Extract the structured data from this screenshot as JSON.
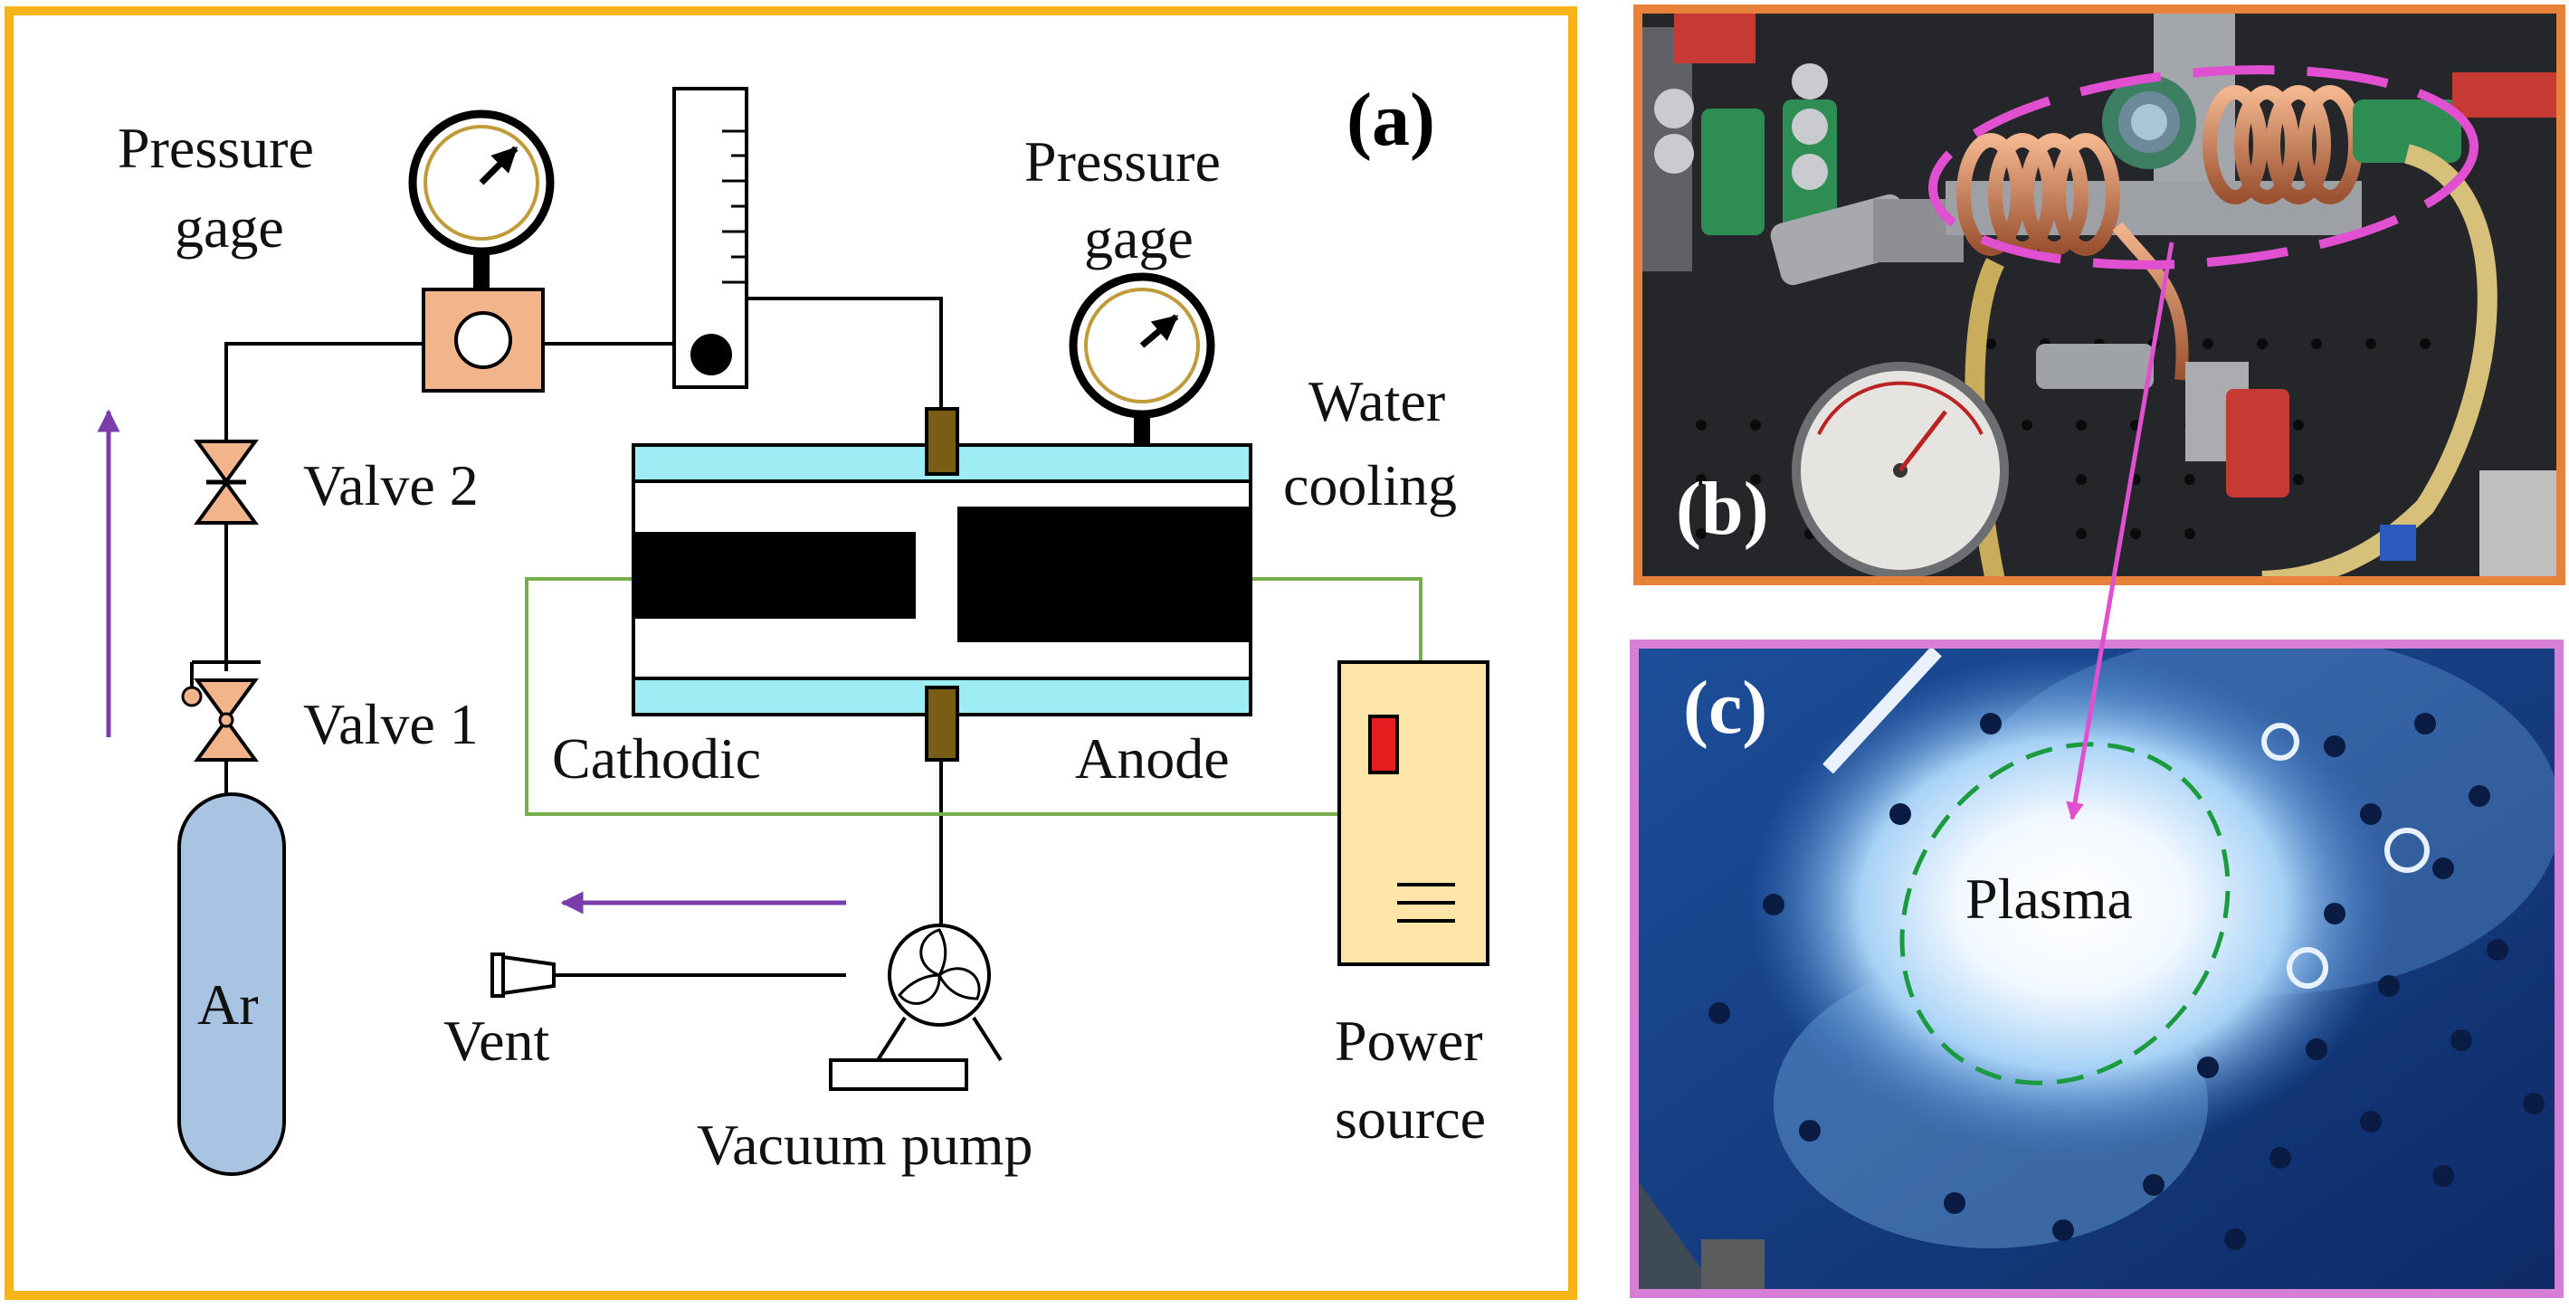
{
  "panel_a": {
    "tag": "(a)",
    "pressure_gage_left": [
      "Pressure",
      "gage"
    ],
    "pressure_gage_right": [
      "Pressure",
      "gage"
    ],
    "valve2": "Valve 2",
    "valve1": "Valve 1",
    "gas": "Ar",
    "water_cooling": [
      "Water",
      "cooling"
    ],
    "cathodic": "Cathodic",
    "anode": "Anode",
    "vent": "Vent",
    "vacuum_pump": "Vacuum pump",
    "power_source": [
      "Power",
      "source"
    ]
  },
  "panel_b": {
    "tag": "(b)"
  },
  "panel_c": {
    "tag": "(c)",
    "plasma": "Plasma"
  },
  "colors": {
    "panel_a_border": "#F5B418",
    "panel_b_border": "#E8823A",
    "panel_c_border": "#D77FD6",
    "cooling_jacket": "#9EEDF5",
    "gas_cylinder": "#A9C4E2",
    "flow_meter_block": "#F2B48A",
    "power_source": "#FFE6A8",
    "wire": "#79AE4C",
    "flow_arrow": "#7A3DAA",
    "link_arrow": "#E050D0",
    "plasma_outline": "#1B9B3F"
  }
}
